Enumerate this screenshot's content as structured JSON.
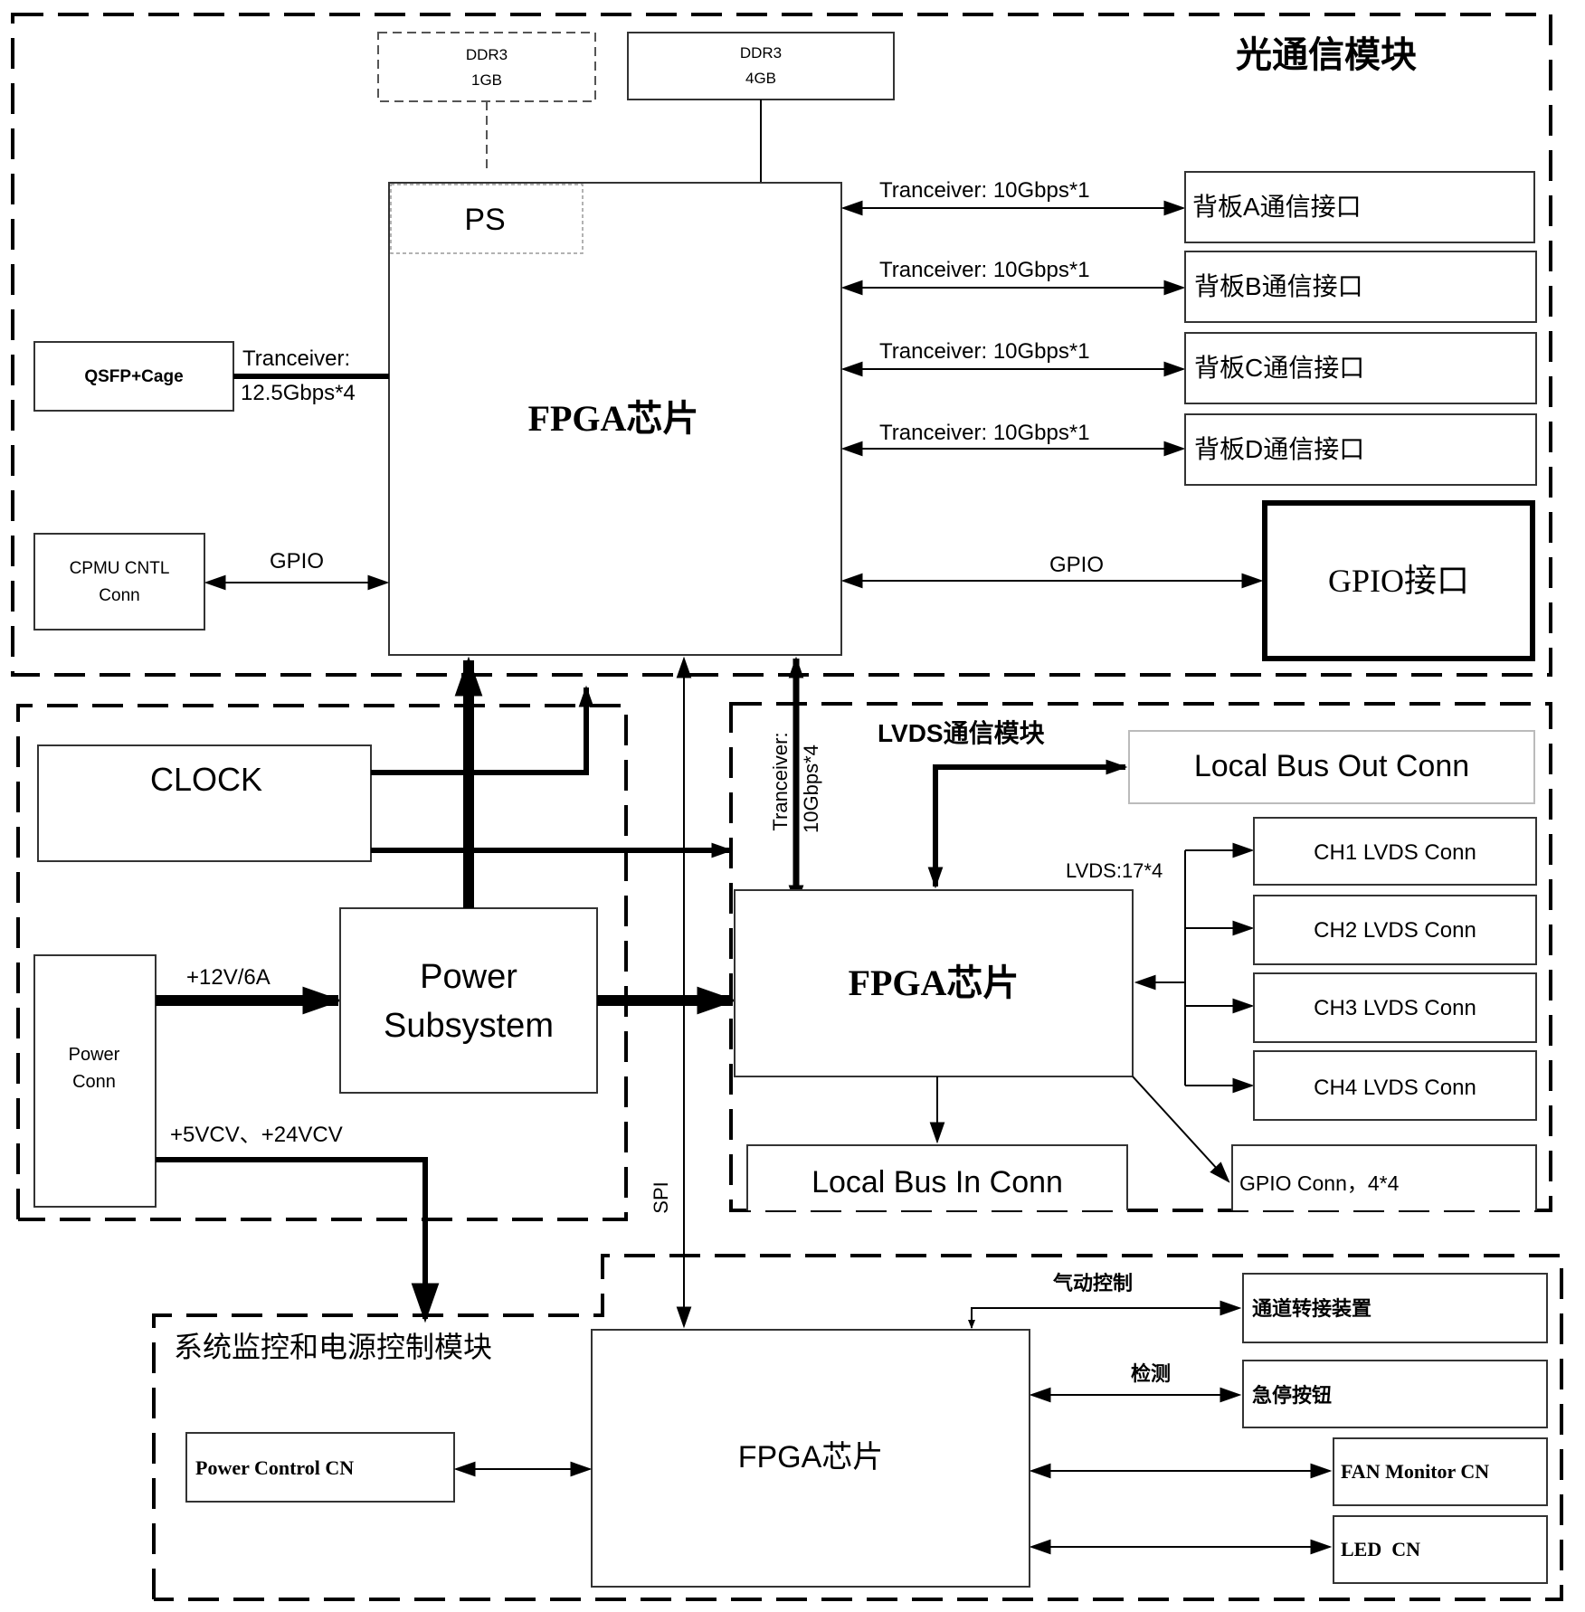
{
  "optical_module": {
    "title": "光通信模块",
    "ddr3_1gb": [
      "DDR3",
      "1GB"
    ],
    "ddr3_4gb": [
      "DDR3",
      "4GB"
    ],
    "ps_label": "PS",
    "fpga_label": "FPGA芯片",
    "qsfp_label": "QSFP+Cage",
    "qsfp_link": [
      "Tranceiver:",
      "12.5Gbps*4"
    ],
    "cpmu_label": [
      "CPMU CNTL",
      "Conn"
    ],
    "cpmu_link": "GPIO",
    "backplane_links": [
      {
        "link": "Tranceiver: 10Gbps*1",
        "target": "背板A通信接口"
      },
      {
        "link": "Tranceiver: 10Gbps*1",
        "target": "背板B通信接口"
      },
      {
        "link": "Tranceiver: 10Gbps*1",
        "target": "背板C通信接口"
      },
      {
        "link": "Tranceiver: 10Gbps*1",
        "target": "背板D通信接口"
      }
    ],
    "gpio_link": "GPIO",
    "gpio_target": "GPIO接口"
  },
  "power_clock": {
    "clock_label": "CLOCK",
    "power_conn": [
      "Power",
      "Conn"
    ],
    "power_link": "+12V/6A",
    "power_subsystem": [
      "Power",
      "Subsystem"
    ],
    "aux_power": "+5VCV、+24VCV"
  },
  "lvds_module": {
    "title": "LVDS通信模块",
    "transceiver": [
      "Tranceiver:",
      "10Gbps*4"
    ],
    "local_bus_out": "Local Bus Out Conn",
    "lvds_link": "LVDS:17*4",
    "fpga_label": "FPGA芯片",
    "channels": [
      "CH1 LVDS Conn",
      "CH2 LVDS Conn",
      "CH3 LVDS Conn",
      "CH4 LVDS Conn"
    ],
    "local_bus_in": "Local Bus In Conn",
    "gpio_conn": "GPIO Conn，4*4"
  },
  "monitor_module": {
    "title": "系统监控和电源控制模块",
    "spi_label": "SPI",
    "fpga_label": "FPGA芯片",
    "power_control": "Power Control CN",
    "peripherals": [
      {
        "link": "气动控制",
        "target": "通道转接装置"
      },
      {
        "link": "检测",
        "target": "急停按钮"
      },
      {
        "link": "",
        "target": "FAN Monitor CN"
      },
      {
        "link": "",
        "target": "LED  CN"
      }
    ]
  }
}
